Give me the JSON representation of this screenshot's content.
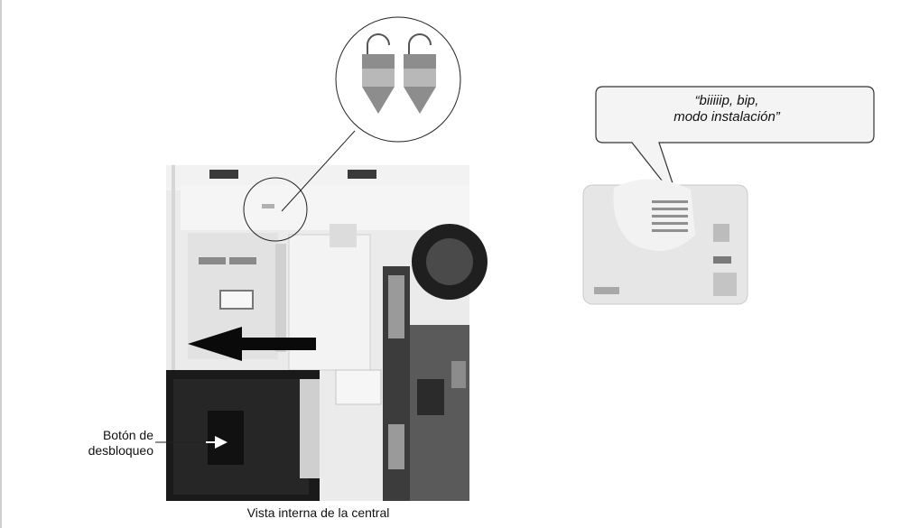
{
  "labels": {
    "unlock_button_line1": "Botón de",
    "unlock_button_line2": "desbloqueo",
    "caption": "Vista interna de la central"
  },
  "speech_bubble": {
    "line1": "“biiiiip, bip,",
    "line2": "modo instalación”"
  }
}
